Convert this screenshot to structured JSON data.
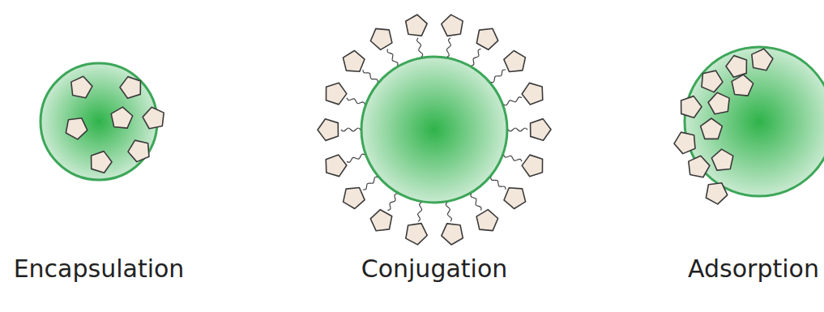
{
  "diagram": {
    "labels": [
      "Encapsulation",
      "Conjugation",
      "Adsorption"
    ]
  }
}
